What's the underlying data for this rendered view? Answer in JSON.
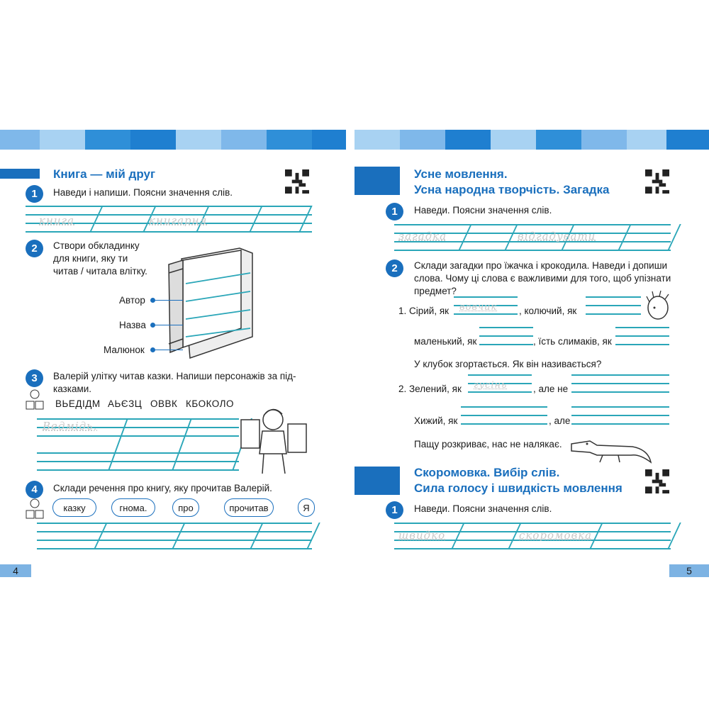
{
  "colors": {
    "accent": "#1a6fbd",
    "line": "#2aa6b8",
    "stripe_dark": "#2f8fd8",
    "stripe_light": "#a8d2f2"
  },
  "left_page": {
    "title": "Книга — мій друг",
    "page_number": "4",
    "task1": {
      "num": "1",
      "text": "Наведи і напиши. Поясни значення слів.",
      "ghost": [
        "книга",
        "книгарня"
      ]
    },
    "task2": {
      "num": "2",
      "text_lines": [
        "Створи обкладинку",
        "для книги, яку ти",
        "читав / читала влітку."
      ],
      "labels": [
        "Автор",
        "Назва",
        "Малюнок"
      ]
    },
    "task3": {
      "num": "3",
      "text_lines": [
        "Валерій улітку читав казки. Напиши персонажів за під-",
        "казками."
      ],
      "scrambled": [
        "ВЬЕДІДМ",
        "АЬЄЗЦ",
        "ОВВК",
        "КБОКОЛО"
      ],
      "ghost": "Ведмідь,"
    },
    "task4": {
      "num": "4",
      "text": "Склади речення про книгу, яку прочитав Валерій.",
      "words": [
        "казку",
        "гнома.",
        "про",
        "прочитав",
        "Я"
      ]
    }
  },
  "right_page": {
    "title_lines": [
      "Усне мовлення.",
      "Усна народна творчість. Загадка"
    ],
    "page_number": "5",
    "task1": {
      "num": "1",
      "text": "Наведи. Поясни значення слів.",
      "ghost": [
        "загадка",
        "відгадувати"
      ]
    },
    "task2": {
      "num": "2",
      "text_lines": [
        "Склади загадки про їжачка і крокодила. Наведи і допиши",
        "слова. Чому ці слова є важливими для того, щоб упізнати",
        "предмет?"
      ]
    },
    "riddle1": {
      "a": "1. Сірий, як",
      "a_ghost": "вовчик",
      "b": ", колючий, як",
      "c": "маленький, як",
      "d": ", їсть слимаків, як",
      "e": "У клубок згортається. Як він називається?"
    },
    "riddle2": {
      "a": "2. Зелений, як",
      "a_ghost": "гусінь",
      "b": ", але не",
      "c": "Хижий, як",
      "d": ", але",
      "e": "Пащу розкриває, нас не налякає."
    },
    "section2_title_lines": [
      "Скоромовка. Вибір слів.",
      "Сила голосу і швидкість мовлення"
    ],
    "task3": {
      "num": "1",
      "text": "Наведи. Поясни значення слів.",
      "ghost": [
        "швидко",
        "скоромовка"
      ]
    }
  }
}
